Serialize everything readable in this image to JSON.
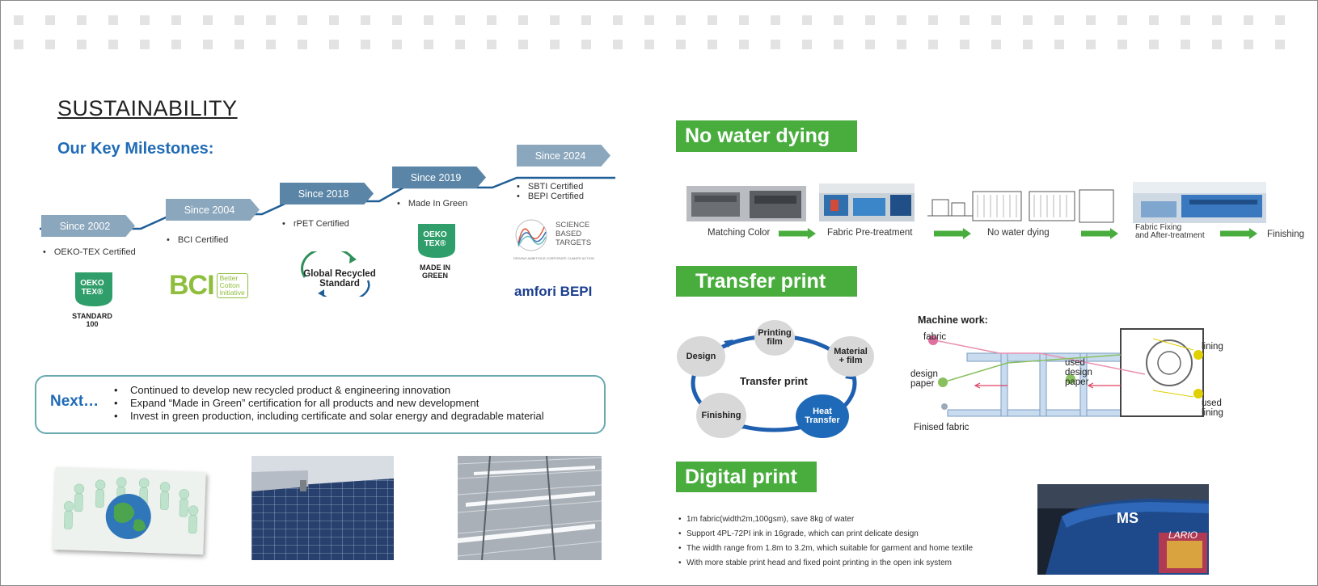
{
  "left": {
    "title": "SUSTAINABILITY",
    "subtitle": "Our Key Milestones:",
    "milestones": [
      {
        "since": "Since 2002",
        "certs": [
          "OEKO-TEX Certified"
        ]
      },
      {
        "since": "Since 2004",
        "certs": [
          "BCI Certified"
        ]
      },
      {
        "since": "Since 2018",
        "certs": [
          "rPET Certified"
        ]
      },
      {
        "since": "Since 2019",
        "certs": [
          "Made In Green"
        ]
      },
      {
        "since": "Since 2024",
        "certs": [
          "SBTI Certified",
          "BEPI Certified"
        ]
      }
    ],
    "logos": {
      "oeko_standard": {
        "line1": "OEKO",
        "line2": "TEX®",
        "caption1": "STANDARD",
        "caption2": "100"
      },
      "bci": {
        "mark": "BCI",
        "words": [
          "Better",
          "Cotton",
          "Initiative"
        ]
      },
      "grs": {
        "line1": "Global Recycled",
        "line2": "Standard"
      },
      "oeko_green": {
        "line1": "OEKO",
        "line2": "TEX®",
        "caption1": "MADE IN",
        "caption2": "GREEN"
      },
      "sbt": {
        "words": [
          "SCIENCE",
          "BASED",
          "TARGETS"
        ],
        "tagline": "DRIVING AMBITIOUS CORPORATE CLIMATE ACTION"
      },
      "amfori": "amfori BEPI"
    },
    "next": {
      "label": "Next…",
      "items": [
        "Continued to develop new recycled product & engineering innovation",
        "Expand “Made in Green” certification for all products and new development",
        "Invest in green production, including certificate and solar energy and degradable material"
      ]
    }
  },
  "right": {
    "no_water": {
      "title": "No water dying",
      "steps": [
        "Matching Color",
        "Fabric Pre-treatment",
        "No water dying",
        "Fabric Fixing\nand After-treatment",
        "Finishing"
      ]
    },
    "transfer": {
      "title": "Transfer print",
      "cycle_center": "Transfer print",
      "nodes": {
        "design": "Design",
        "printing_film": "Printing\nfilm",
        "material_film": "Material\n+ film",
        "heat_transfer": "Heat\nTransfer",
        "finishing": "Finishing"
      },
      "machine_title": "Machine work:",
      "machine_labels": {
        "fabric": "fabric",
        "design_paper": "design\npaper",
        "used_design_paper": "used\ndesign\npaper",
        "lining": "lining",
        "used_lining": "used\nlining",
        "finished_fabric": "Finised fabric"
      }
    },
    "digital": {
      "title": "Digital print",
      "items": [
        "1m fabric(width2m,100gsm),  save 8kg of water",
        "Support 4PL-72PI ink in 16grade,  which can print delicate design",
        "The width range from 1.8m to 3.2m, which suitable for garment and home textile",
        "With more stable print head and fixed point printing in the open ink system"
      ],
      "machine_brand": "MS",
      "machine_model": "LARIO"
    }
  },
  "colors": {
    "accent_blue": "#1f6bb5",
    "green": "#49ad3e",
    "tag_gray": "#8ba7bd",
    "oeko_green": "#2f9e6a"
  }
}
